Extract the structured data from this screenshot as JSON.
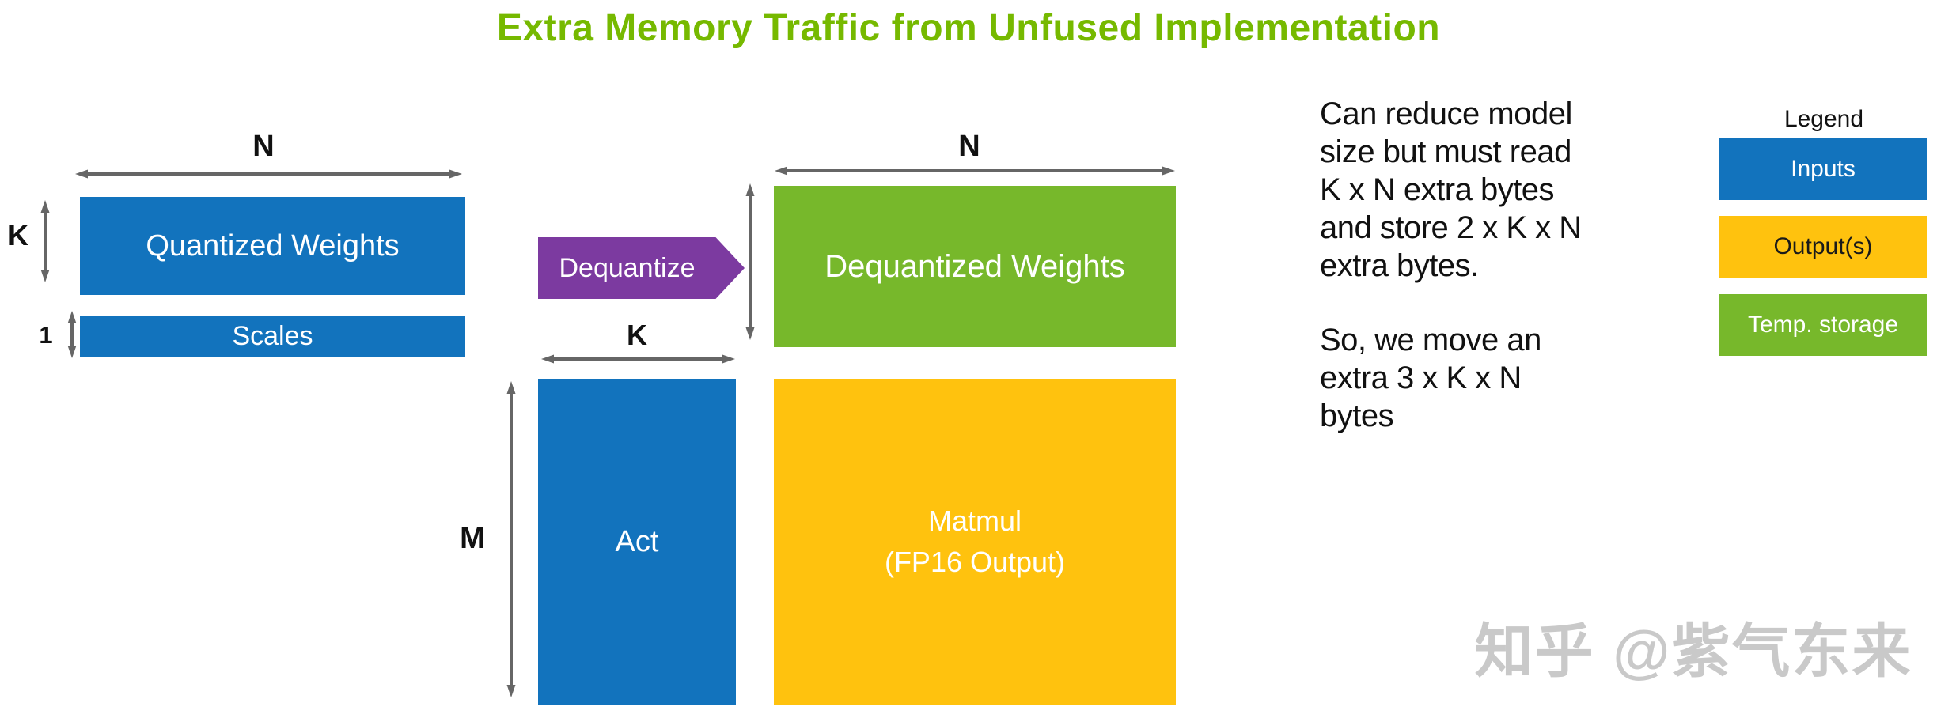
{
  "title": "Extra Memory Traffic from Unfused Implementation",
  "colors": {
    "title_green": "#76B900",
    "inputs_blue": "#1273BD",
    "outputs_yellow": "#FFC20E",
    "temp_green": "#77B82B",
    "dequantize_purple": "#7C3AA0",
    "arrow_gray": "#666666",
    "label_black": "#111111",
    "watermark_gray": "#C9C9C9"
  },
  "boxes": {
    "quantized_weights": {
      "label": "Quantized Weights"
    },
    "scales": {
      "label": "Scales"
    },
    "dequantize": {
      "label": "Dequantize"
    },
    "dequantized_weights": {
      "label": "Dequantized Weights"
    },
    "act": {
      "label": "Act"
    },
    "matmul": {
      "label": "Matmul\n(FP16 Output)"
    }
  },
  "dimensions": {
    "n_weights": "N",
    "k_weights": "K",
    "scales_rows": "1",
    "n_dequantized": "N",
    "k_act": "K",
    "m_act": "M"
  },
  "notes": {
    "paragraph1": "Can reduce model\nsize but must read\nK x N extra bytes\nand store 2 x K x N\nextra bytes.",
    "paragraph2": "So, we move an\nextra 3 x K x N\nbytes"
  },
  "legend": {
    "title": "Legend",
    "items": [
      {
        "label": "Inputs",
        "color": "#1273BD",
        "text_color": "#FFFFFF"
      },
      {
        "label": "Output(s)",
        "color": "#FFC20E",
        "text_color": "#1A1A1A"
      },
      {
        "label": "Temp. storage",
        "color": "#77B82B",
        "text_color": "#FFFFFF"
      }
    ]
  },
  "watermark": "知乎 @紫气东来"
}
